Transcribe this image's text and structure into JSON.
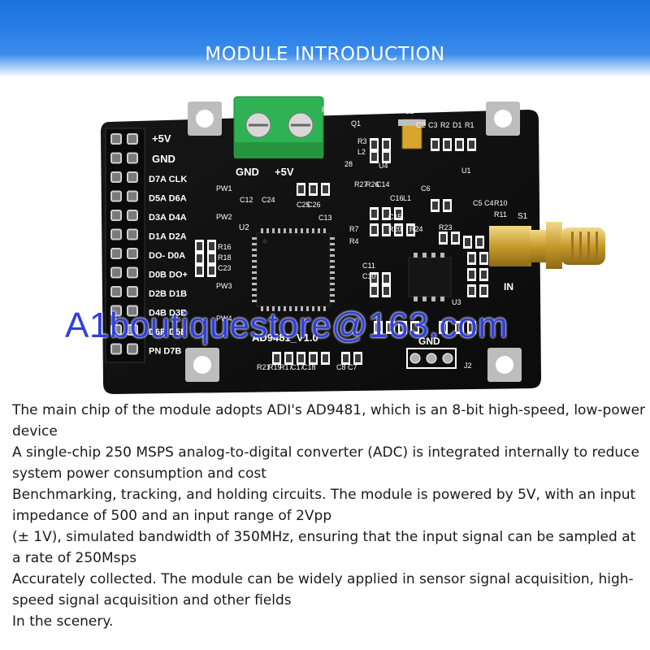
{
  "banner": {
    "title": "MODULE INTRODUCTION"
  },
  "board": {
    "header_labels": [
      "+5V",
      "GND"
    ],
    "pin_labels": [
      "D7A CLK",
      "D5A D6A",
      "D3A D4A",
      "D1A D2A",
      "DO- D0A",
      "D0B DO+",
      "D2B D1B",
      "D4B D3B",
      "D6B D5B",
      "PN D7B"
    ],
    "terminal_labels": [
      "GND",
      "+5V"
    ],
    "chip_label": "U2",
    "board_name": "AD9481_V1.0",
    "gnd_label": "GND",
    "connector_label": "J2",
    "sma_label": "S1",
    "input_label": "IN",
    "silkscreen": [
      "Q1",
      "C1",
      "C2",
      "C3",
      "R2",
      "D1",
      "R1",
      "R3",
      "L2",
      "U4",
      "28",
      "R25",
      "C12",
      "C24",
      "C25",
      "C26",
      "C13",
      "R27",
      "R26",
      "C14",
      "C16",
      "L1",
      "C6",
      "U1",
      "C5",
      "C4",
      "R10",
      "R11",
      "R23",
      "R7",
      "R20",
      "R24",
      "R4",
      "C15",
      "R16",
      "R18",
      "C23",
      "PW1",
      "PW2",
      "PW3",
      "PW4",
      "C11",
      "C10",
      "U3",
      "R21",
      "R19",
      "R17",
      "C17",
      "C18",
      "C8",
      "C7"
    ]
  },
  "watermark": "A1boutiquestore@163.com",
  "description": [
    "The main chip of the module adopts ADI's AD9481, which is an 8-bit high-speed, low-power device",
    "A single-chip 250 MSPS analog-to-digital converter (ADC) is integrated internally to reduce system power consumption and cost",
    "Benchmarking, tracking, and holding circuits. The module is powered by 5V, with an input impedance of 500 and an input range of 2Vpp",
    "(± 1V), simulated bandwidth of 350MHz, ensuring that the input signal can be sampled at a rate of 250Msps",
    "Accurately collected. The module can be widely applied in sensor signal acquisition, high-speed signal acquisition and other fields",
    "In the scenery."
  ]
}
